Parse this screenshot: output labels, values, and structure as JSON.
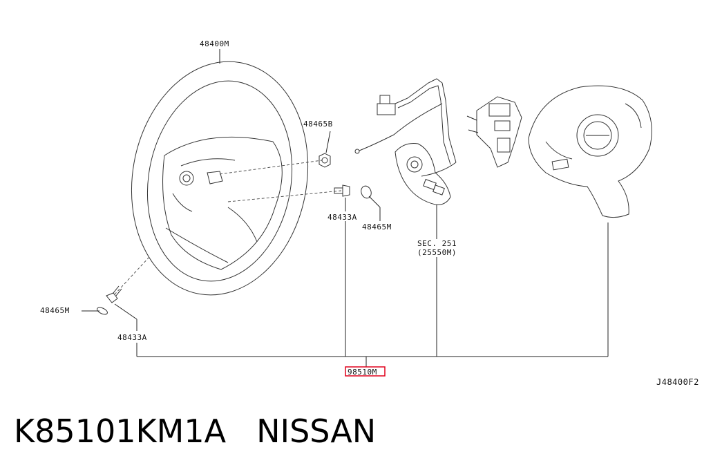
{
  "callouts": {
    "steering_wheel": "48400M",
    "nut_upper": "48465B",
    "bolt_center": "48433A",
    "cap_center": "48465M",
    "section_ref_line1": "SEC. 251",
    "section_ref_line2": "(25550M)",
    "cap_left": "48465M",
    "bolt_left": "48433A",
    "airbag_module": "98510M"
  },
  "highlight_color": "#e0001b",
  "drawing_code": "J48400F2",
  "footer": {
    "part_number": "K85101KM1A",
    "brand": "NISSAN"
  }
}
